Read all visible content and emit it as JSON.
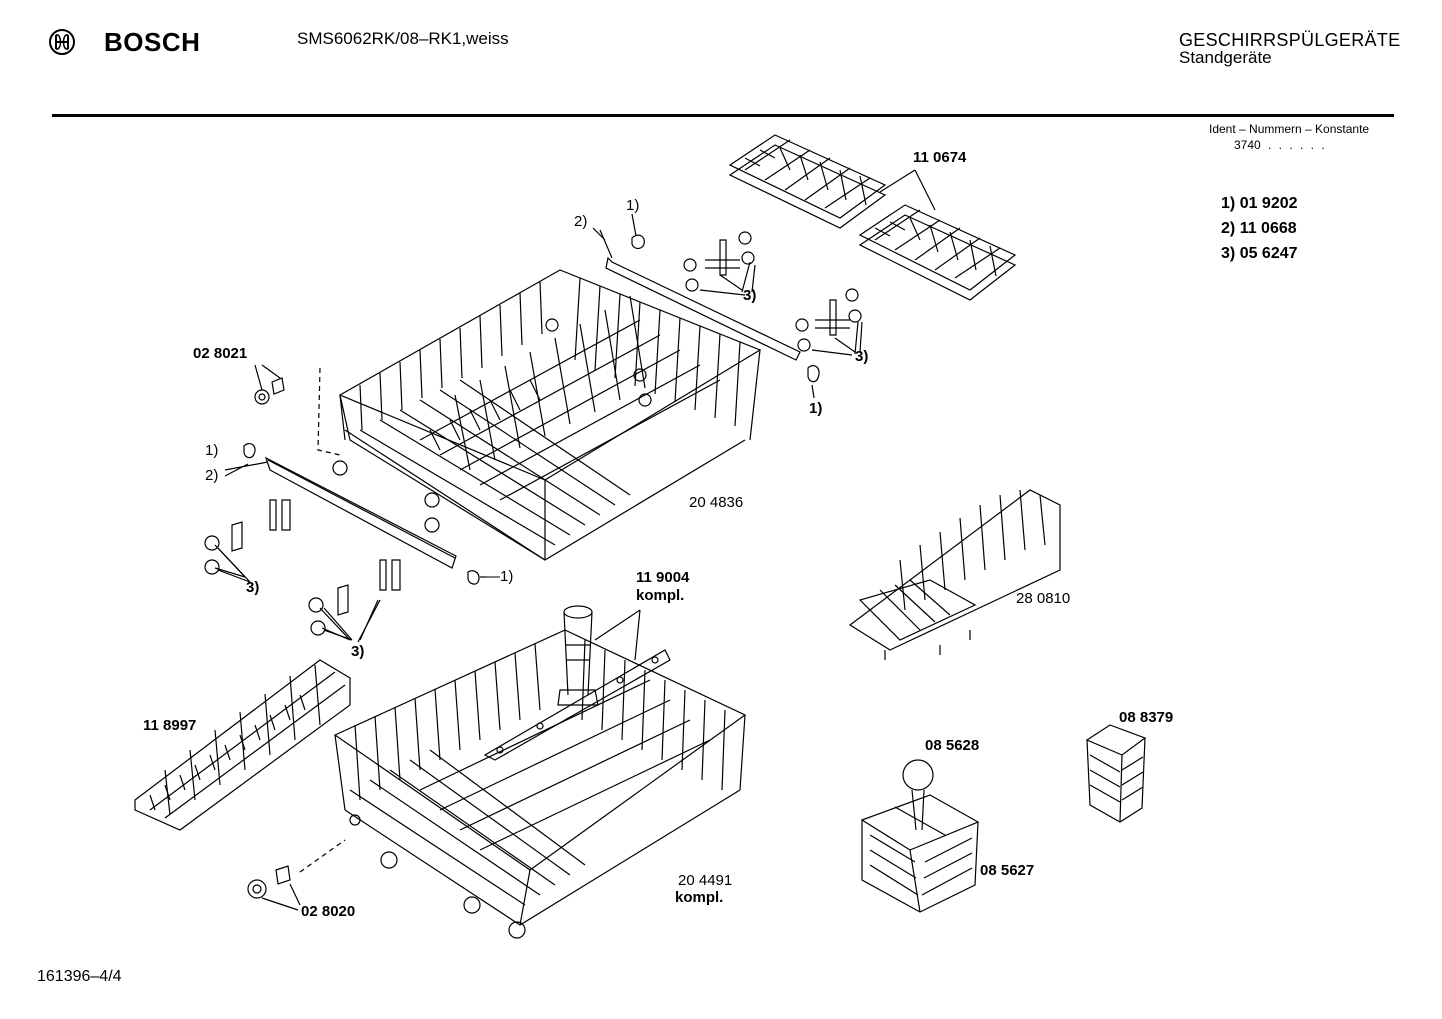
{
  "header": {
    "brand": "BOSCH",
    "model": "SMS6062RK/08–RK1,weiss",
    "category": "GESCHIRRSPÜLGERÄTE",
    "subcategory": "Standgeräte"
  },
  "ident": {
    "title": "Ident – Nummern – Konstante",
    "code": "3740",
    "dots": ". . . . . ."
  },
  "legend": [
    {
      "key": "1)",
      "value": "01 9202"
    },
    {
      "key": "2)",
      "value": "11 0668"
    },
    {
      "key": "3)",
      "value": "05 6247"
    }
  ],
  "parts": {
    "p110674": "11 0674",
    "p028021": "02 8021",
    "p204836": "20 4836",
    "p280810": "28 0810",
    "p119004": "11 9004",
    "kompl": "kompl.",
    "p118997": "11 8997",
    "p204491": "20 4491",
    "p028020": "02 8020",
    "p085628": "08 5628",
    "p085627": "08 5627",
    "p088379": "08 8379"
  },
  "callouts": {
    "one": "1)",
    "two": "2)",
    "three": "3)",
    "one_dash": "—1)"
  },
  "footer": "161396–4/4",
  "colors": {
    "ink": "#000000",
    "paper": "#ffffff"
  }
}
